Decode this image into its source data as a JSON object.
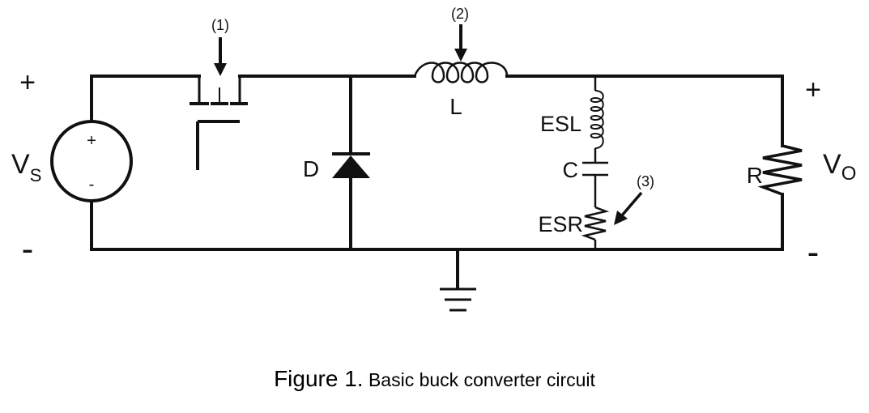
{
  "circuit": {
    "input": {
      "plus": "+",
      "minus": "-",
      "source_label_main": "V",
      "source_label_sub": "S",
      "src_plus": "+",
      "src_minus": "-"
    },
    "output": {
      "plus": "+",
      "minus": "-",
      "label_main": "V",
      "label_sub": "O"
    },
    "components": {
      "inductor": "L",
      "diode": "D",
      "esl": "ESL",
      "capacitor": "C",
      "esr": "ESR",
      "resistor": "R"
    },
    "markers": [
      "(1)",
      "(2)",
      "(3)"
    ]
  },
  "caption": {
    "number": "Figure 1.",
    "text": " Basic buck converter circuit"
  },
  "colors": {
    "wire": "#111111",
    "background": "#ffffff"
  }
}
